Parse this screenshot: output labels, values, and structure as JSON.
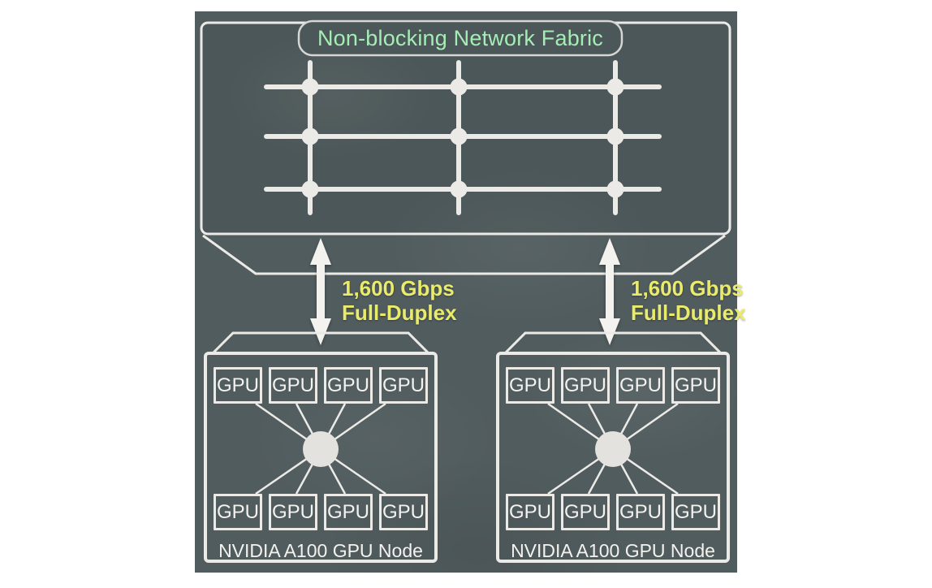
{
  "colors": {
    "page_background": "#ffffff",
    "panel_background": "#515c5e",
    "line": "#eceae6",
    "hub": "#e4e2de",
    "arrow": "#f3f2ef",
    "pill_bg": "#4c5759",
    "pill_border": "#d6d6d3",
    "title_green": "#a6edb5",
    "label_yellow": "#e9eb6b",
    "text_white": "#f3f2ef"
  },
  "fabric": {
    "title": "Non-blocking Network Fabric",
    "grid": {
      "rows": 3,
      "columns": 3
    }
  },
  "links": [
    {
      "speed": "1,600 Gbps",
      "mode": "Full-Duplex"
    },
    {
      "speed": "1,600 Gbps",
      "mode": "Full-Duplex"
    }
  ],
  "nodes": [
    {
      "name": "NVIDIA A100 GPU Node",
      "gpus_top": [
        "GPU",
        "GPU",
        "GPU",
        "GPU"
      ],
      "gpus_bottom": [
        "GPU",
        "GPU",
        "GPU",
        "GPU"
      ]
    },
    {
      "name": "NVIDIA A100 GPU Node",
      "gpus_top": [
        "GPU",
        "GPU",
        "GPU",
        "GPU"
      ],
      "gpus_bottom": [
        "GPU",
        "GPU",
        "GPU",
        "GPU"
      ]
    }
  ]
}
